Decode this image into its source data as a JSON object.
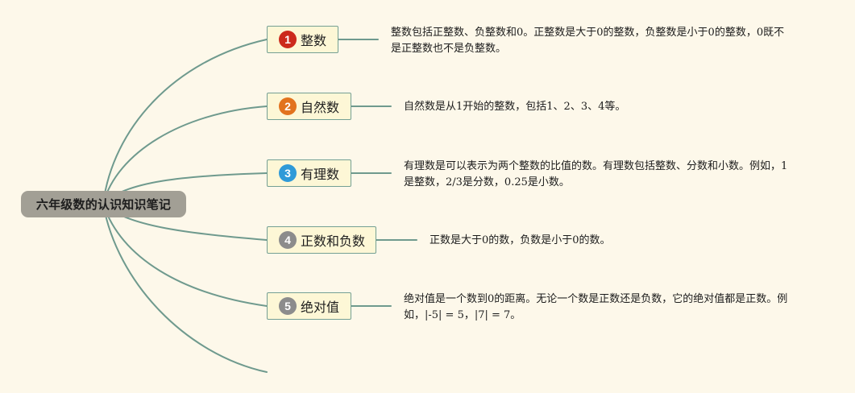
{
  "root": {
    "title": "六年级数的认识知识笔记"
  },
  "topics": [
    {
      "number": "1",
      "badge_color": "#cc2a1c",
      "label": "整数",
      "note": "整数包括正整数、负整数和0。正整数是大于0的整数，负整数是小于0的整数，0既不是正整数也不是负整数。"
    },
    {
      "number": "2",
      "badge_color": "#e2731e",
      "label": "自然数",
      "note": "自然数是从1开始的整数，包括1、2、3、4等。"
    },
    {
      "number": "3",
      "badge_color": "#2f9ad8",
      "label": "有理数",
      "note": "有理数是可以表示为两个整数的比值的数。有理数包括整数、分数和小数。例如，1是整数，2/3是分数，0.25是小数。"
    },
    {
      "number": "4",
      "badge_color": "#8c8c8c",
      "label": "正数和负数",
      "note": "正数是大于0的数，负数是小于0的数。"
    },
    {
      "number": "5",
      "badge_color": "#8c8c8c",
      "label": "绝对值",
      "note": "绝对值是一个数到0的距离。无论一个数是正数还是负数，它的绝对值都是正数。例如，|-5| = 5，|7| = 7。"
    }
  ],
  "colors": {
    "background": "#fdf8ea",
    "connector": "#6f9a8e",
    "root_fill": "#a29f95",
    "topic_fill": "#fdf7d6"
  }
}
